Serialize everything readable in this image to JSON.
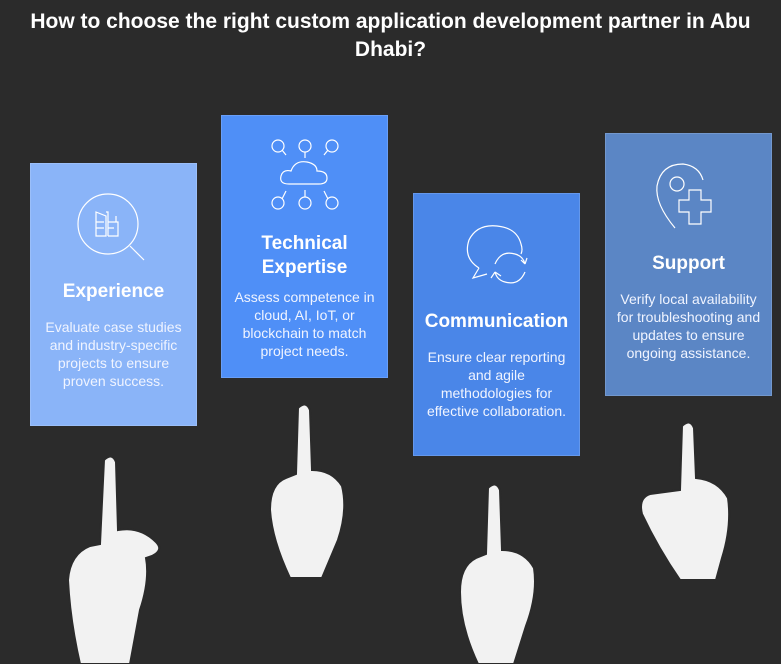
{
  "title": "How to choose the right custom application development partner in Abu Dhabi?",
  "cards": [
    {
      "heading": "Experience",
      "text": "Evaluate case studies and industry-specific projects to ensure proven success.",
      "icon": "building-search-icon",
      "color": "#8ab4f8"
    },
    {
      "heading": "Technical Expertise",
      "text": "Assess competence in cloud, AI, IoT, or blockchain to match project needs.",
      "icon": "cloud-network-icon",
      "color": "#4f8ff7"
    },
    {
      "heading": "Communication",
      "text": "Ensure clear reporting and agile methodologies for effective collaboration.",
      "icon": "chat-sync-icon",
      "color": "#4a86e8"
    },
    {
      "heading": "Support",
      "text": "Verify local availability for troubleshooting and updates to ensure ongoing assistance.",
      "icon": "location-plus-icon",
      "color": "#5b86c5"
    }
  ]
}
